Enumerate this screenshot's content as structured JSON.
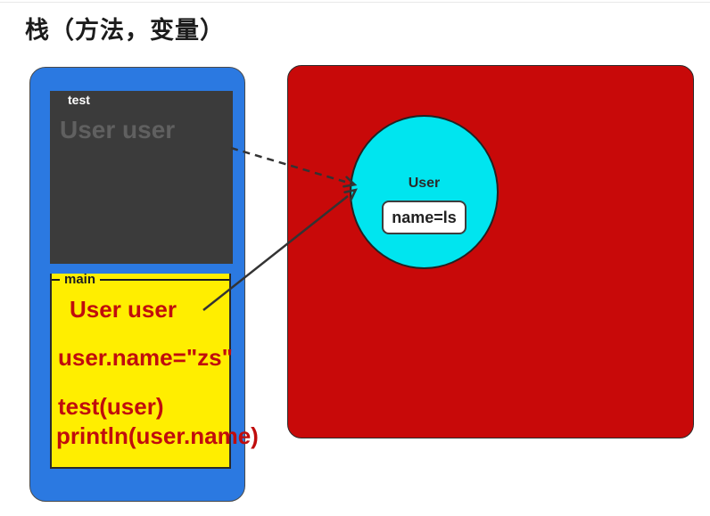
{
  "title": "栈（方法，变量）",
  "stack": {
    "test_frame": {
      "label": "test",
      "line1": "User user"
    },
    "main_frame": {
      "label": "main",
      "line1": "User user",
      "line2": "user.name=\"zs\"",
      "line3": "test(user)",
      "line4": "println(user.name)"
    }
  },
  "heap": {
    "object": {
      "label": "User",
      "field": "name=ls"
    }
  },
  "arrows": {
    "dashed_reference": "test frame User user -> heap User object",
    "solid_reference": "main frame User user -> heap User object"
  },
  "colors": {
    "stack_container_blue": "#2b79e1",
    "test_frame_dark": "#3b3b3b",
    "test_var_gray": "#606060",
    "main_frame_yellow": "#ffee00",
    "code_red": "#c00d0d",
    "heap_red": "#c80909",
    "object_cyan": "#00e5ef",
    "arrow_dark": "#333333"
  }
}
